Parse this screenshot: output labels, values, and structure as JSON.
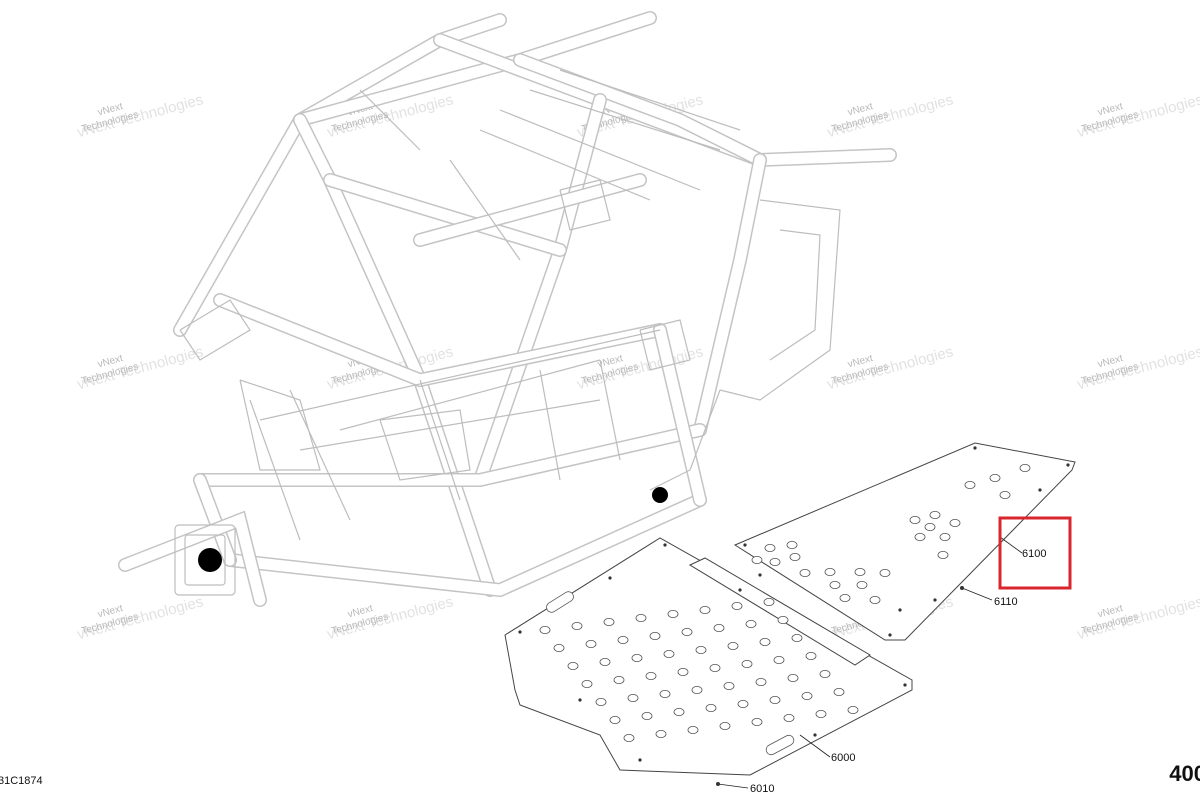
{
  "diagram": {
    "callouts": [
      {
        "id": "c6100",
        "label": "6100"
      },
      {
        "id": "c6110",
        "label": "6110"
      },
      {
        "id": "c6000",
        "label": "6000"
      },
      {
        "id": "c6010",
        "label": "6010"
      }
    ],
    "highlight_color": "#d9262c",
    "highlighted_callout": "6100"
  },
  "watermark": {
    "line1": "vNext",
    "line2": "Technologies",
    "big": "vNext Technologies"
  },
  "footer": {
    "figure_code": "31C1874",
    "page_number": "400"
  }
}
